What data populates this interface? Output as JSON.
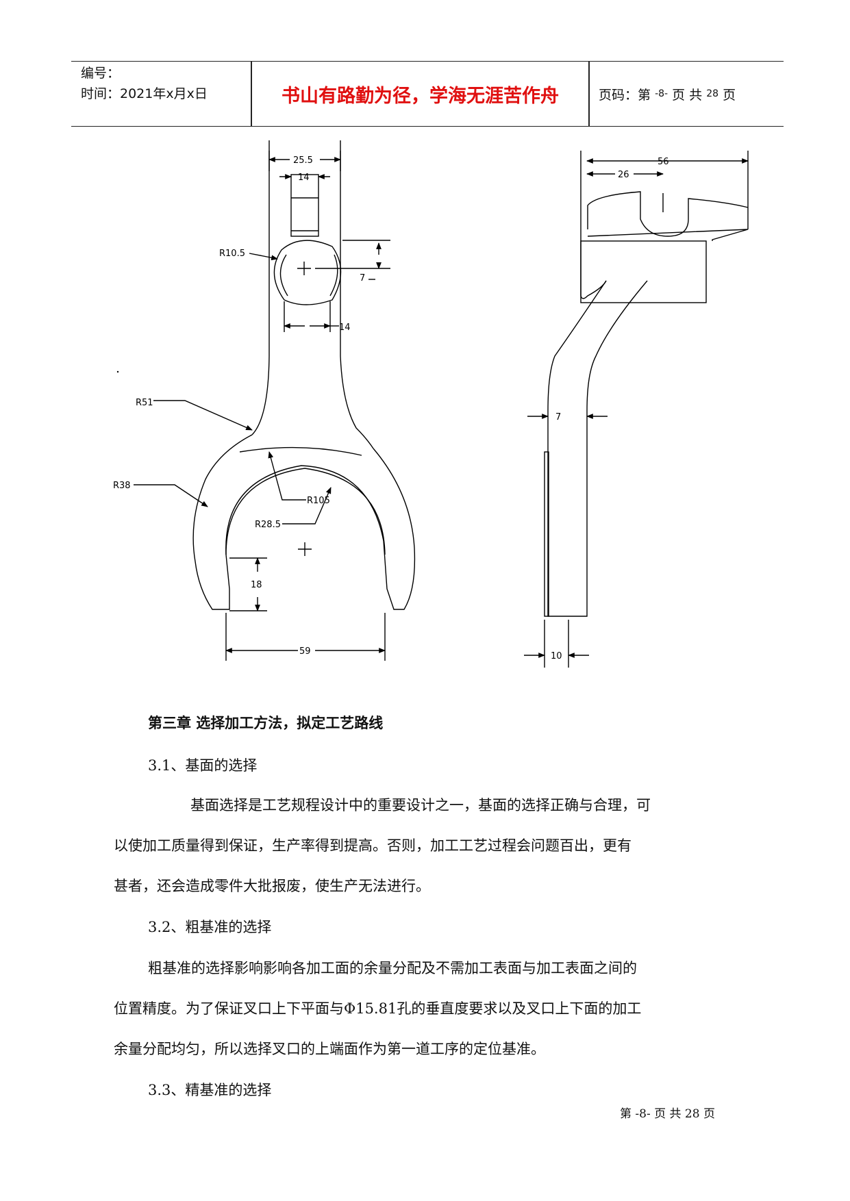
{
  "header": {
    "serial_label": "编号：",
    "time_label": "时间：2021年x月x日",
    "slogan": "书山有路勤为径，学海无涯苦作舟",
    "page_label": "页码：第",
    "page_num": "-8-",
    "page_total": "页  共",
    "page_total_num": "28",
    "page_suffix": "页"
  },
  "drawing": {
    "dims": {
      "d25_5": "25.5",
      "d14_top": "14",
      "r10_5": "R10.5",
      "d7_hole": "7",
      "d14_mid": "14",
      "r51": "R51",
      "r38": "R38",
      "r105": "R105",
      "r28_5": "R28.5",
      "d18": "18",
      "d59": "59",
      "d56": "56",
      "d26": "26",
      "d7_side": "7",
      "d10": "10"
    }
  },
  "content": {
    "chapter_title": "第三章 选择加工方法，拟定工艺路线",
    "s31_heading": "3.1、基面的选择",
    "s31_p1": "基面选择是工艺规程设计中的重要设计之一，基面的选择正确与合理，可",
    "s31_p2": "以使加工质量得到保证，生产率得到提高。否则，加工工艺过程会问题百出，更有",
    "s31_p3": "甚者，还会造成零件大批报废，使生产无法进行。",
    "s32_heading": "3.2、粗基准的选择",
    "s32_p1": "粗基准的选择影响影响各加工面的余量分配及不需加工表面与加工表面之间的",
    "s32_p2": "位置精度。为了保证叉口上下平面与Φ15.81孔的垂直度要求以及叉口上下面的加工",
    "s32_p3": "余量分配均匀，所以选择叉口的上端面作为第一道工序的定位基准。",
    "s33_heading": "3.3、精基准的选择"
  },
  "footer": {
    "text": "第 -8- 页 共 28 页"
  }
}
